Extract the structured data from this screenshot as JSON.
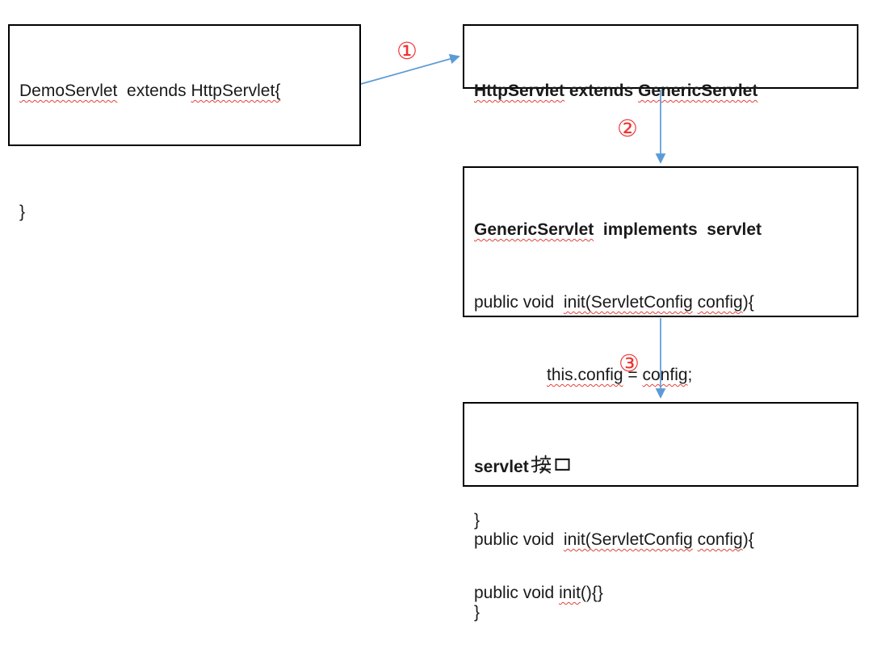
{
  "colors": {
    "arrow": "#5b9bd5",
    "step_label": "#ee3333",
    "squiggle": "#e0423b",
    "box_border": "#000000",
    "text": "#1a1a1a"
  },
  "boxes": [
    {
      "name": "DemoServlet class",
      "lines": [
        {
          "segs": [
            {
              "t": "DemoServlet"
            },
            {
              "t": "  extends "
            },
            {
              "t": "HttpServlet{"
            }
          ]
        },
        {
          "segs": [
            {
              "t": "}"
            }
          ]
        }
      ]
    },
    {
      "name": "HttpServlet class",
      "lines": [
        {
          "segs": [
            {
              "t": "HttpServlet"
            },
            {
              "t": " extends "
            },
            {
              "t": "GenericServlet"
            }
          ]
        }
      ]
    },
    {
      "name": "GenericServlet class",
      "lines": [
        {
          "segs": [
            {
              "t": "GenericServlet"
            },
            {
              "t": "  implements  servlet"
            }
          ]
        },
        {
          "segs": [
            {
              "t": "public void  "
            },
            {
              "t": "init(ServletConfig"
            },
            {
              "t": " "
            },
            {
              "t": "config"
            },
            {
              "t": "){"
            }
          ]
        },
        {
          "segs": [
            {
              "t": "this.config"
            },
            {
              "t": " = "
            },
            {
              "t": "config"
            },
            {
              "t": ";"
            }
          ]
        },
        {
          "segs": [
            {
              "t": "init"
            },
            {
              "t": "();"
            }
          ]
        },
        {
          "segs": [
            {
              "t": "}"
            }
          ]
        },
        {
          "segs": [
            {
              "t": "public void "
            },
            {
              "t": "init"
            },
            {
              "t": "(){}"
            }
          ]
        }
      ]
    },
    {
      "name": "servlet interface",
      "title": "servlet接口",
      "lines": [
        {
          "segs": [
            {
              "t": "servlet"
            },
            {
              "t": "接口"
            }
          ]
        },
        {
          "segs": [
            {
              "t": "public void  "
            },
            {
              "t": "init(ServletConfig"
            },
            {
              "t": " "
            },
            {
              "t": "config"
            },
            {
              "t": "){"
            }
          ]
        },
        {
          "segs": [
            {
              "t": "}"
            }
          ]
        }
      ]
    }
  ],
  "arrows": [
    {
      "label": "①",
      "from": "DemoServlet",
      "to": "HttpServlet"
    },
    {
      "label": "②",
      "from": "HttpServlet",
      "to": "GenericServlet"
    },
    {
      "label": "③",
      "from": "GenericServlet",
      "to": "servlet接口"
    }
  ]
}
